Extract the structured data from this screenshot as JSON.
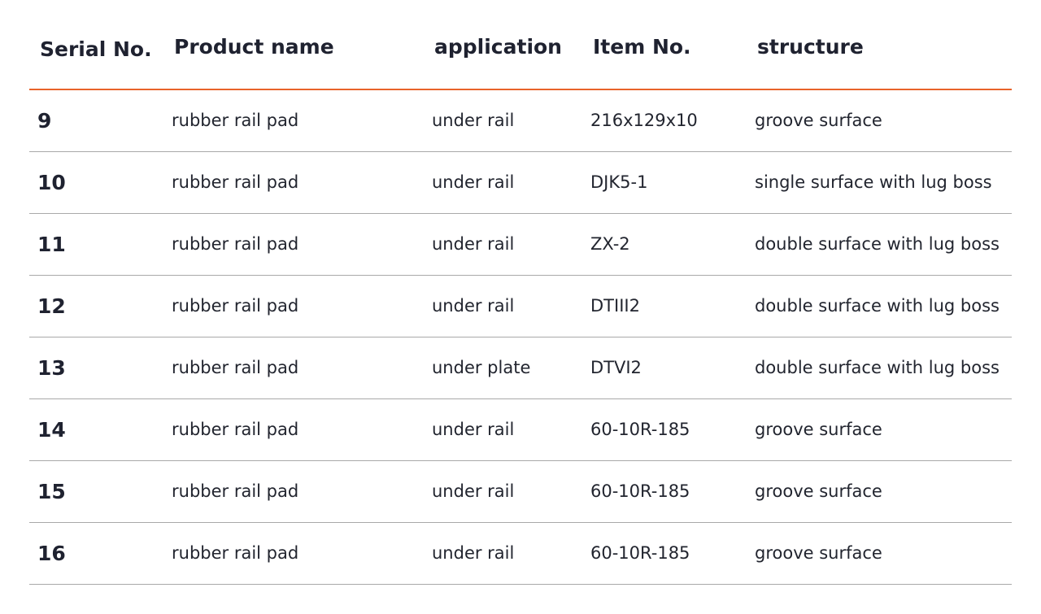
{
  "table": {
    "headers": [
      "Serial No.",
      "Product name",
      "application",
      "Item No.",
      "structure"
    ],
    "rows": [
      [
        "9",
        "rubber rail pad",
        "under rail",
        "216x129x10",
        "groove surface"
      ],
      [
        "10",
        "rubber rail pad",
        "under rail",
        "DJK5-1",
        "single surface with lug boss"
      ],
      [
        "11",
        "rubber rail pad",
        "under rail",
        "ZX-2",
        "double surface with lug boss"
      ],
      [
        "12",
        "rubber rail pad",
        "under rail",
        "DTIII2",
        "double surface with lug boss"
      ],
      [
        "13",
        "rubber rail pad",
        "under plate",
        "DTVI2",
        "double surface with lug boss"
      ],
      [
        "14",
        "rubber rail pad",
        "under rail",
        "60-10R-185",
        "groove surface"
      ],
      [
        "15",
        "rubber rail pad",
        "under rail",
        "60-10R-185",
        "groove surface"
      ],
      [
        "16",
        "rubber rail pad",
        "under rail",
        "60-10R-185",
        "groove surface"
      ]
    ]
  },
  "colors": {
    "header_rule": "#e8632a",
    "row_rule": "#a9a9a9",
    "text": "#1f2230"
  }
}
